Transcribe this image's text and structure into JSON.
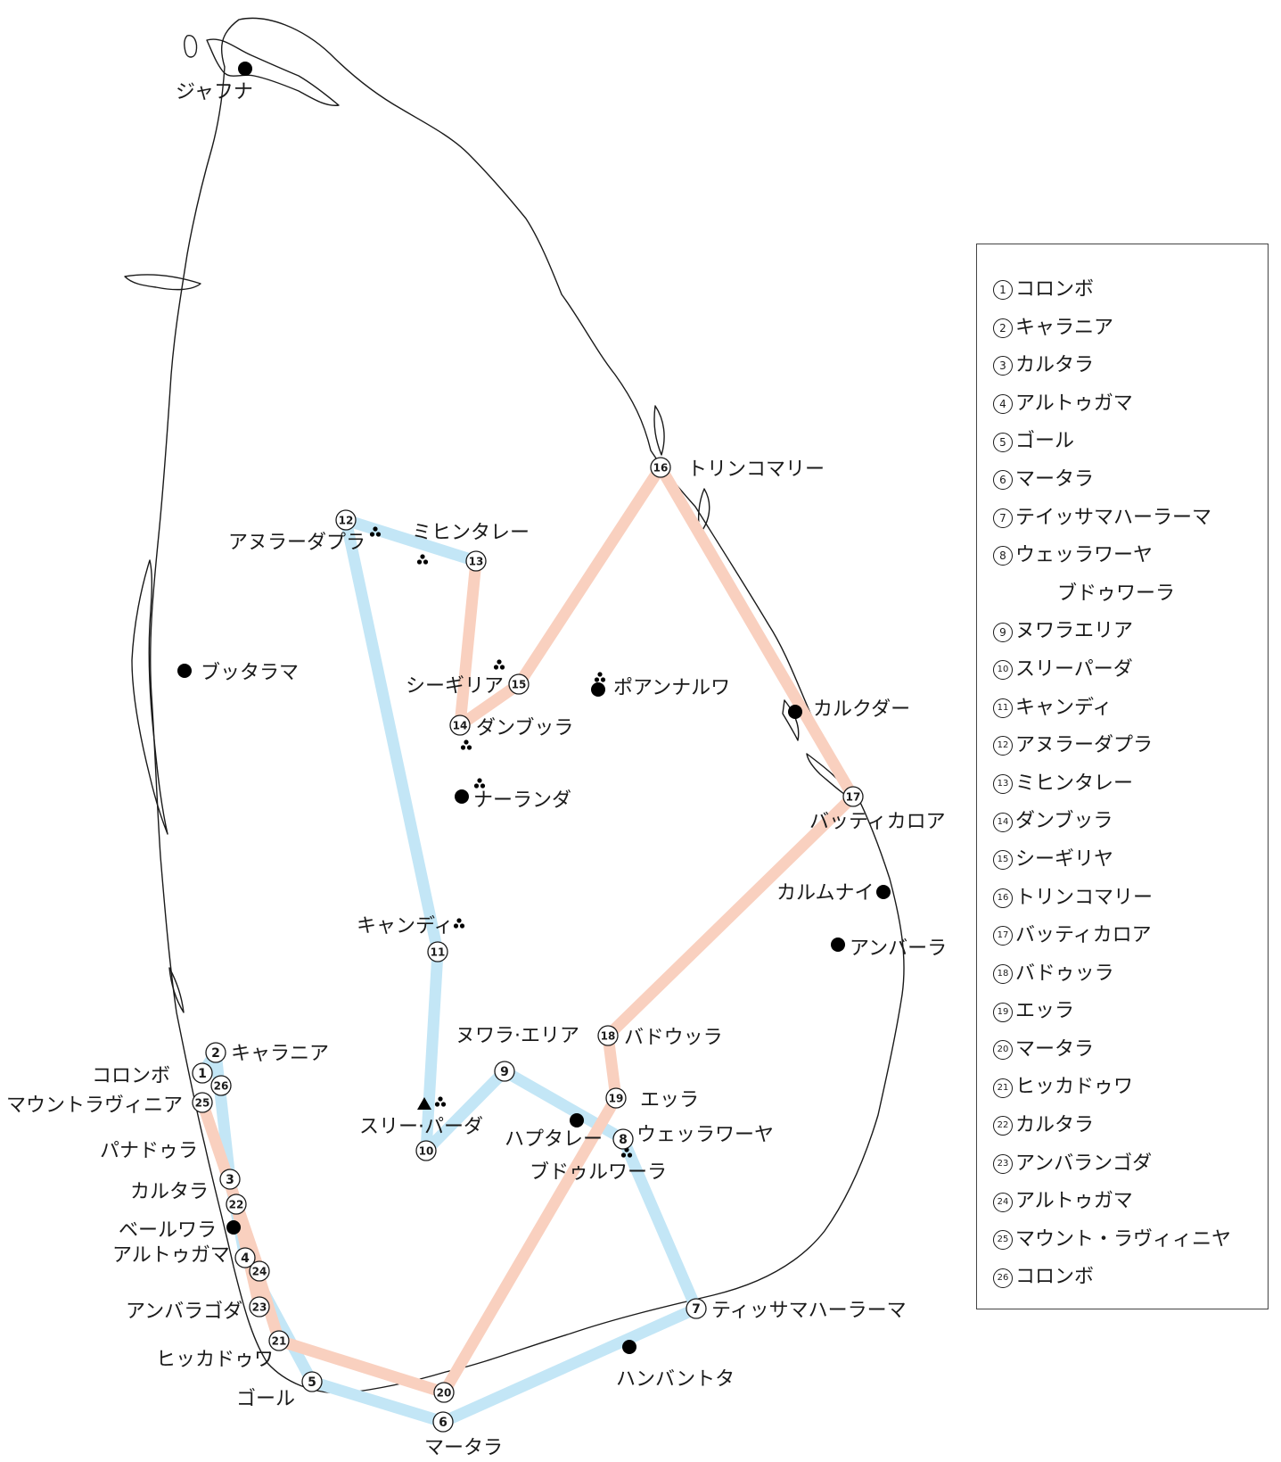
{
  "colors": {
    "outline": "#1a1a1a",
    "route_blue": "#c3e6f6",
    "route_pink": "#f9d0bf",
    "marker": "#000000"
  },
  "icons": {
    "city": "city-dot-icon",
    "ruins": "ruins-triad-icon",
    "peak": "mountain-triangle-icon",
    "stop": "stop-circle-icon"
  },
  "routes": {
    "blue": [
      "1",
      "2",
      "3",
      "4",
      "5",
      "6",
      "7",
      "8",
      "9",
      "10",
      "11",
      "12",
      "13"
    ],
    "pink": [
      "13",
      "14",
      "15",
      "16",
      "17",
      "18",
      "19",
      "20",
      "21",
      "22",
      "23",
      "24",
      "25"
    ]
  },
  "stops": {
    "1": "1",
    "2": "2",
    "3": "3",
    "4": "4",
    "5": "5",
    "6": "6",
    "7": "7",
    "8": "8",
    "9": "9",
    "10": "10",
    "11": "11",
    "12": "12",
    "13": "13",
    "14": "14",
    "15": "15",
    "16": "16",
    "17": "17",
    "18": "18",
    "19": "19",
    "20": "20",
    "21": "21",
    "22": "22",
    "23": "23",
    "24": "24",
    "25": "25",
    "26": "26"
  },
  "places": {
    "jaffna": "ジャフナ",
    "trincomalee": "トリンコマリー",
    "anuradhapura": "アヌラーダプラ",
    "mihintale": "ミヒンタレー",
    "puttalam": "ブッタラマ",
    "sigiriya": "シーギリア",
    "polonnaruwa": "ポアンナルワ",
    "dambulla": "ダンブッラ",
    "kalkudah": "カルクダー",
    "nalanda": "ナーランダ",
    "batticaloa": "バッティカロア",
    "kalmunai": "カルムナイ",
    "kandy": "キャンディ",
    "ampara": "アンバーラ",
    "nuwara_eliya": "ヌワラ·エリア",
    "badulla": "バドウッラ",
    "kelaniya": "キャラニア",
    "colombo": "コロンボ",
    "mount_lavinia": "マウントラヴィニア",
    "ella": "エッラ",
    "sri_pada": "スリー·パーダ",
    "haputale": "ハプタレー",
    "wellawaya": "ウェッラワーヤ",
    "panadura": "パナドゥラ",
    "buduruwagala": "ブドゥルワーラ",
    "kalutara": "カルタラ",
    "beruwala": "ベールワラ",
    "aluthgama": "アルトゥガマ",
    "ambalangoda": "アンバラゴダ",
    "tissamaharama": "ティッサマハーラーマ",
    "hikkaduwa": "ヒッカドゥワ",
    "hambantota": "ハンバントタ",
    "galle": "ゴール",
    "matara": "マータラ"
  },
  "legend": [
    {
      "num": "1",
      "name": "コロンボ"
    },
    {
      "num": "2",
      "name": "キャラニア"
    },
    {
      "num": "3",
      "name": "カルタラ"
    },
    {
      "num": "4",
      "name": "アルトゥガマ"
    },
    {
      "num": "5",
      "name": "ゴール"
    },
    {
      "num": "6",
      "name": "マータラ"
    },
    {
      "num": "7",
      "name": "テイッサマハーラーマ"
    },
    {
      "num": "8",
      "name": "ウェッラワーヤ"
    },
    {
      "num": "",
      "name": "ブドゥワーラ"
    },
    {
      "num": "9",
      "name": "ヌワラエリア"
    },
    {
      "num": "10",
      "name": "スリーパーダ"
    },
    {
      "num": "11",
      "name": "キャンディ"
    },
    {
      "num": "12",
      "name": "アヌラーダプラ"
    },
    {
      "num": "13",
      "name": "ミヒンタレー"
    },
    {
      "num": "14",
      "name": "ダンブッラ"
    },
    {
      "num": "15",
      "name": "シーギリヤ"
    },
    {
      "num": "16",
      "name": "トリンコマリー"
    },
    {
      "num": "17",
      "name": "バッティカロア"
    },
    {
      "num": "18",
      "name": "バドゥッラ"
    },
    {
      "num": "19",
      "name": "エッラ"
    },
    {
      "num": "20",
      "name": "マータラ"
    },
    {
      "num": "21",
      "name": "ヒッカドゥワ"
    },
    {
      "num": "22",
      "name": "カルタラ"
    },
    {
      "num": "23",
      "name": "アンバランゴダ"
    },
    {
      "num": "24",
      "name": "アルトゥガマ"
    },
    {
      "num": "25",
      "name": "マウント・ラヴィィニヤ"
    },
    {
      "num": "26",
      "name": "コロンボ"
    }
  ]
}
